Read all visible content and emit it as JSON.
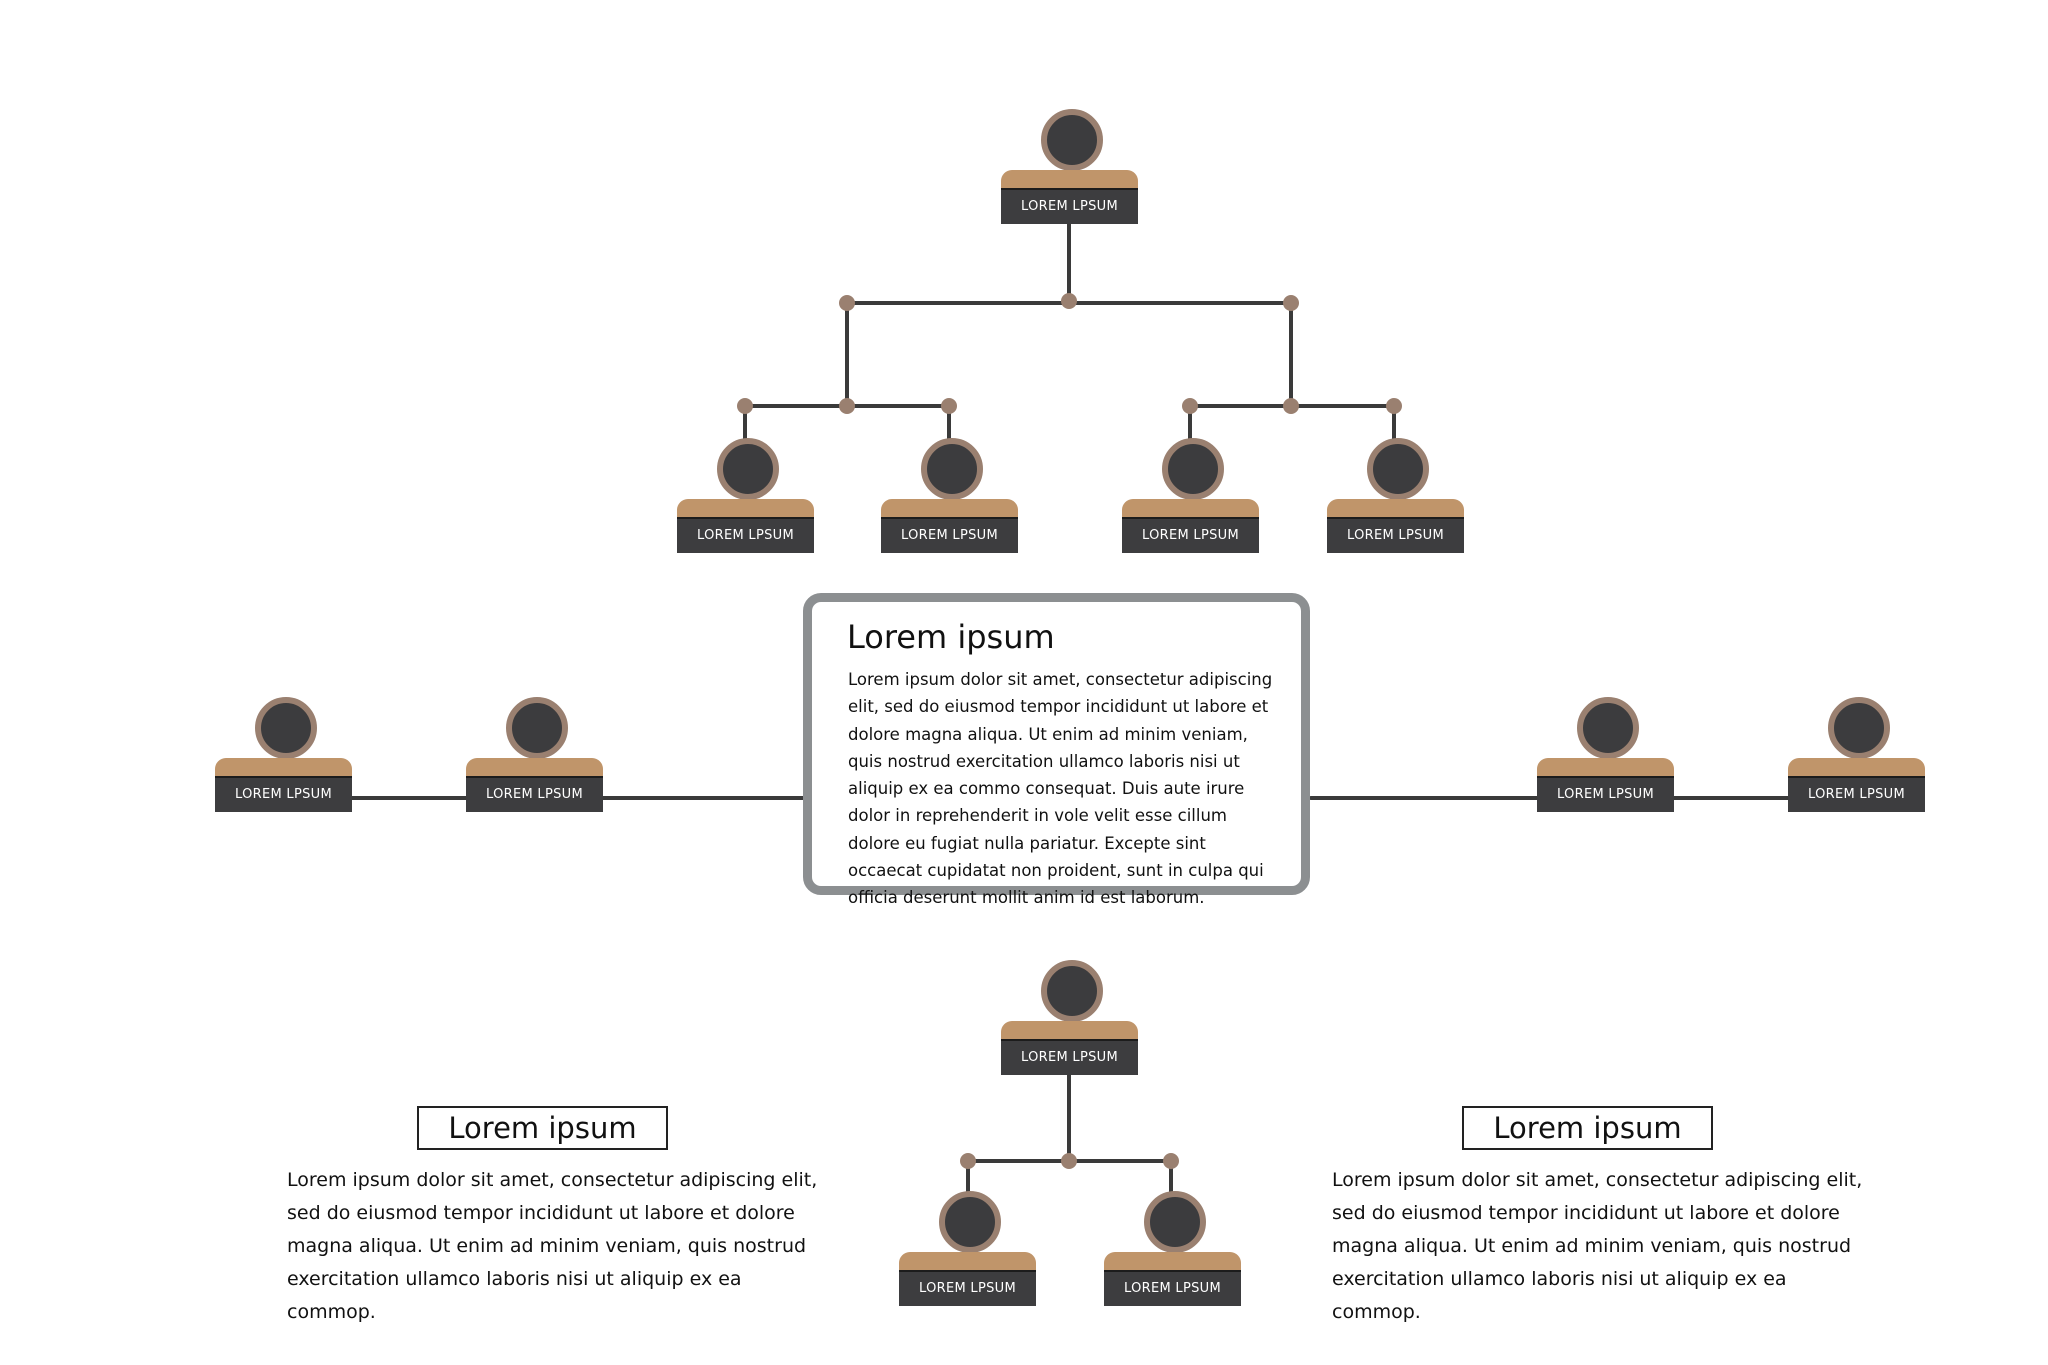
{
  "colors": {
    "line": "#3a3a3a",
    "junction_dot": "#9a8070",
    "head_fill": "#3c3c3e",
    "head_ring": "#9a8070",
    "shoulders": "#c0956a",
    "plate": "#3d3d3f",
    "box_border": "#8c8f91"
  },
  "nodes": {
    "top_root": "LOREM  LPSUM",
    "top_child_1": "LOREM  LPSUM",
    "top_child_2": "LOREM  LPSUM",
    "top_child_3": "LOREM  LPSUM",
    "top_child_4": "LOREM  LPSUM",
    "left_outer": "LOREM  LPSUM",
    "left_inner": "LOREM  LPSUM",
    "right_inner": "LOREM  LPSUM",
    "right_outer": "LOREM  LPSUM",
    "bottom_root": "LOREM  LPSUM",
    "bottom_child_1": "LOREM  LPSUM",
    "bottom_child_2": "LOREM  LPSUM"
  },
  "center_box": {
    "title": "Lorem ipsum",
    "body": "Lorem ipsum dolor sit amet, consectetur adipiscing elit, sed do eiusmod tempor incididunt ut labore et dolore magna aliqua. Ut enim ad minim veniam, quis nostrud exercitation ullamco laboris nisi ut aliquip ex ea commo consequat. Duis aute irure dolor in reprehenderit in vole velit esse cillum dolore eu fugiat nulla pariatur. Excepte sint occaecat cupidatat non proident, sunt in culpa qui officia deserunt mollit anim id est laborum."
  },
  "left_block": {
    "title": "Lorem ipsum",
    "body": "Lorem ipsum dolor sit amet, consectetur adipiscing elit, sed do eiusmod tempor incididunt ut labore et dolore magna aliqua. Ut enim ad minim veniam, quis nostrud exercitation ullamco laboris nisi ut aliquip ex ea commop."
  },
  "right_block": {
    "title": "Lorem ipsum",
    "body": "Lorem ipsum dolor sit amet, consectetur adipiscing elit, sed do eiusmod tempor incididunt ut labore et dolore magna aliqua. Ut enim ad minim veniam, quis nostrud exercitation ullamco laboris nisi ut aliquip ex ea commop."
  }
}
